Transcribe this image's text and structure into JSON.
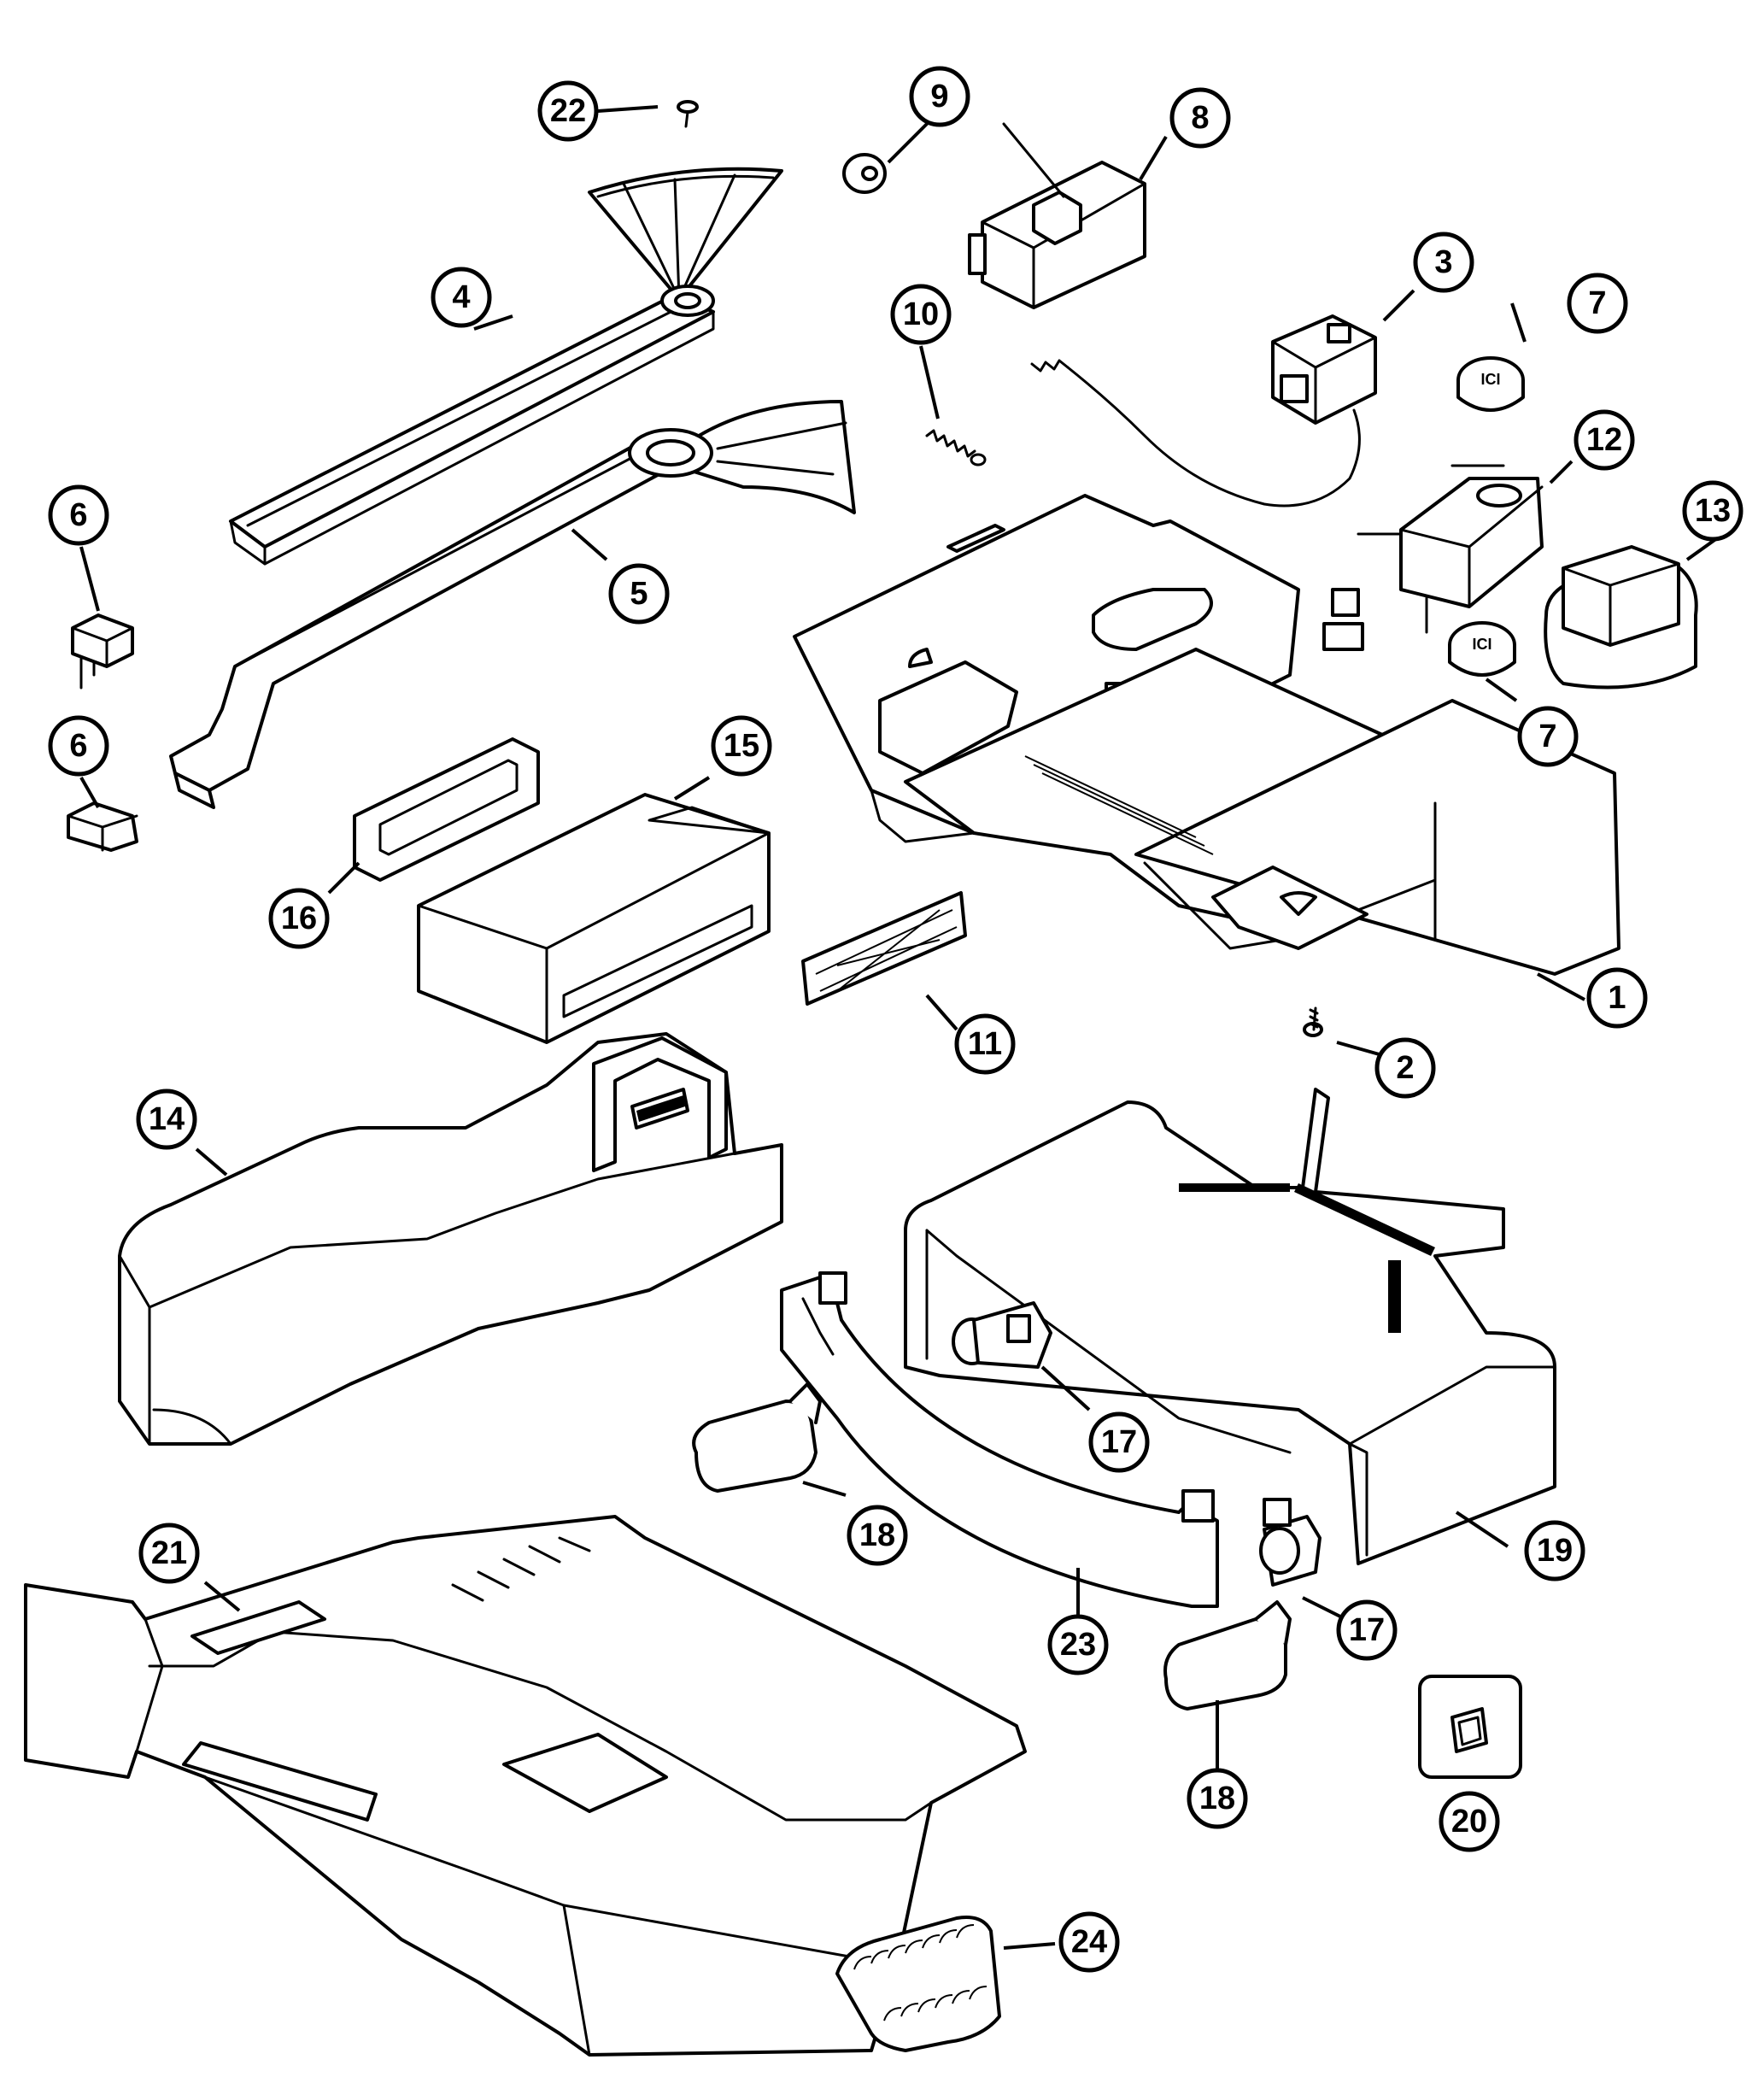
{
  "diagram": {
    "colors": {
      "line": "#000000",
      "background": "#ffffff"
    },
    "callouts": [
      {
        "id": "c22",
        "label": "22"
      },
      {
        "id": "c9",
        "label": "9"
      },
      {
        "id": "c8",
        "label": "8"
      },
      {
        "id": "c4",
        "label": "4"
      },
      {
        "id": "c3",
        "label": "3"
      },
      {
        "id": "c7a",
        "label": "7"
      },
      {
        "id": "c10",
        "label": "10"
      },
      {
        "id": "c12",
        "label": "12"
      },
      {
        "id": "c13",
        "label": "13"
      },
      {
        "id": "c6a",
        "label": "6"
      },
      {
        "id": "c5",
        "label": "5"
      },
      {
        "id": "c7b",
        "label": "7"
      },
      {
        "id": "c6b",
        "label": "6"
      },
      {
        "id": "c15",
        "label": "15"
      },
      {
        "id": "c16",
        "label": "16"
      },
      {
        "id": "c1",
        "label": "1"
      },
      {
        "id": "c11",
        "label": "11"
      },
      {
        "id": "c2",
        "label": "2"
      },
      {
        "id": "c14",
        "label": "14"
      },
      {
        "id": "c17a",
        "label": "17"
      },
      {
        "id": "c18a",
        "label": "18"
      },
      {
        "id": "c19",
        "label": "19"
      },
      {
        "id": "c21",
        "label": "21"
      },
      {
        "id": "c23",
        "label": "23"
      },
      {
        "id": "c17b",
        "label": "17"
      },
      {
        "id": "c18b",
        "label": "18"
      },
      {
        "id": "c20",
        "label": "20"
      },
      {
        "id": "c24",
        "label": "24"
      }
    ]
  }
}
